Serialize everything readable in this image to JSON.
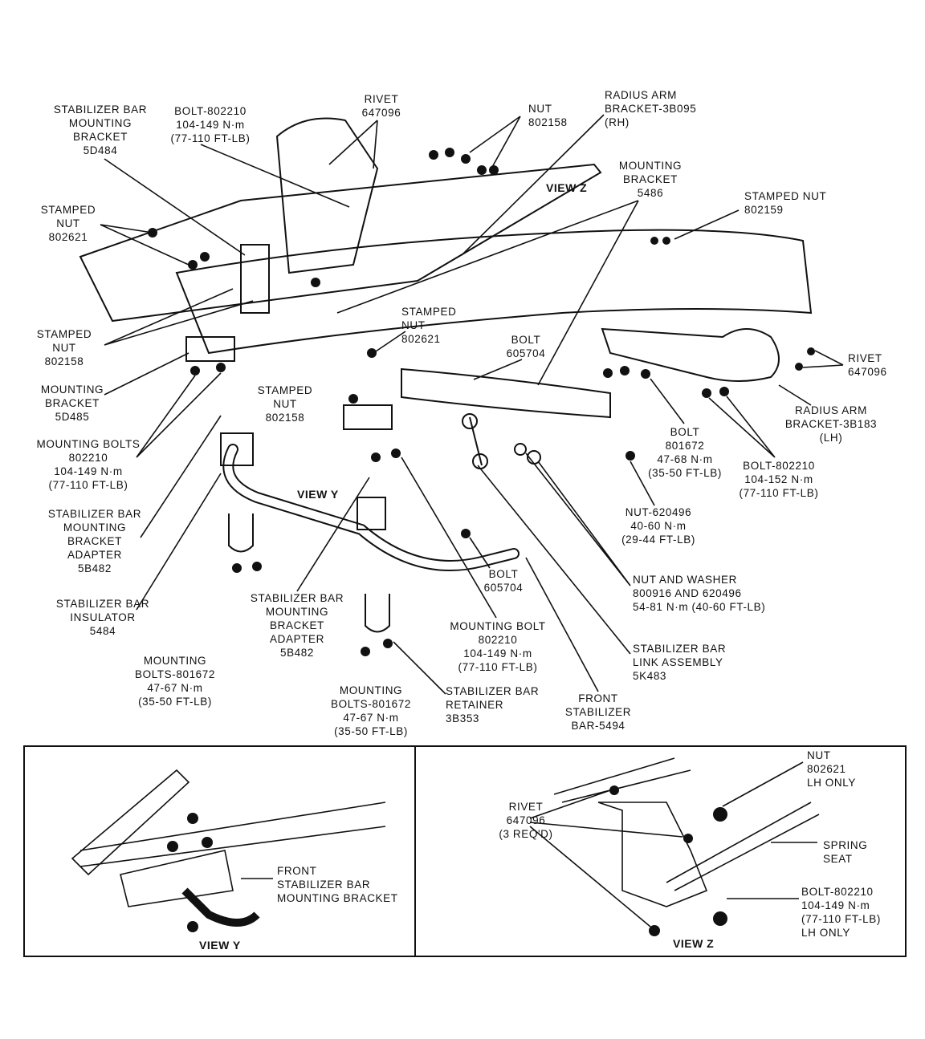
{
  "labels": [
    {
      "id": "rivet-top",
      "lines": [
        "RIVET",
        "647096"
      ]
    },
    {
      "id": "stab-bracket-5d484",
      "lines": [
        "STABILIZER BAR",
        "MOUNTING",
        "BRACKET",
        "5D484"
      ]
    },
    {
      "id": "bolt-802210-top",
      "lines": [
        "BOLT-802210",
        "104-149 N·m",
        "(77-110 FT-LB)"
      ]
    },
    {
      "id": "nut-802158-top",
      "lines": [
        "NUT",
        "802158"
      ]
    },
    {
      "id": "radius-arm-rh",
      "lines": [
        "RADIUS ARM",
        "BRACKET-3B095",
        "(RH)"
      ]
    },
    {
      "id": "mounting-bracket-5486",
      "lines": [
        "MOUNTING",
        "BRACKET",
        "5486"
      ]
    },
    {
      "id": "stamped-nut-802159",
      "lines": [
        "STAMPED NUT",
        "802159"
      ]
    },
    {
      "id": "stamped-nut-802621-left",
      "lines": [
        "STAMPED",
        "NUT",
        "802621"
      ]
    },
    {
      "id": "stamped-nut-802158-left",
      "lines": [
        "STAMPED",
        "NUT",
        "802158"
      ]
    },
    {
      "id": "stamped-nut-802621-mid",
      "lines": [
        "STAMPED",
        "NUT",
        "802621"
      ]
    },
    {
      "id": "bolt-605704-upper",
      "lines": [
        "BOLT",
        "605704"
      ]
    },
    {
      "id": "mounting-bracket-5d485",
      "lines": [
        "MOUNTING",
        "BRACKET",
        "5D485"
      ]
    },
    {
      "id": "stamped-nut-802158-mid",
      "lines": [
        "STAMPED",
        "NUT",
        "802158"
      ]
    },
    {
      "id": "rivet-right",
      "lines": [
        "RIVET",
        "647096"
      ]
    },
    {
      "id": "radius-arm-lh",
      "lines": [
        "RADIUS ARM",
        "BRACKET-3B183",
        "(LH)"
      ]
    },
    {
      "id": "mounting-bolts-802210",
      "lines": [
        "MOUNTING BOLTS",
        "802210",
        "104-149 N·m",
        "(77-110 FT-LB)"
      ]
    },
    {
      "id": "bolt-801672",
      "lines": [
        "BOLT",
        "801672",
        "47-68 N·m",
        "(35-50 FT-LB)"
      ]
    },
    {
      "id": "bolt-802210-right",
      "lines": [
        "BOLT-802210",
        "104-152 N·m",
        "(77-110 FT-LB)"
      ]
    },
    {
      "id": "nut-620496",
      "lines": [
        "NUT-620496",
        "40-60 N·m",
        "(29-44 FT-LB)"
      ]
    },
    {
      "id": "adapter-5b482-left",
      "lines": [
        "STABILIZER BAR",
        "MOUNTING",
        "BRACKET",
        "ADAPTER",
        "5B482"
      ]
    },
    {
      "id": "bolt-605704-lower",
      "lines": [
        "BOLT",
        "605704"
      ]
    },
    {
      "id": "nut-and-washer",
      "lines": [
        "NUT AND WASHER",
        "800916 AND 620496",
        "54-81 N·m (40-60 FT-LB)"
      ]
    },
    {
      "id": "insulator-5484",
      "lines": [
        "STABILIZER BAR",
        "INSULATOR",
        "5484"
      ]
    },
    {
      "id": "adapter-5b482-mid",
      "lines": [
        "STABILIZER BAR",
        "MOUNTING",
        "BRACKET",
        "ADAPTER",
        "5B482"
      ]
    },
    {
      "id": "mounting-bolt-802210",
      "lines": [
        "MOUNTING BOLT",
        "802210",
        "104-149 N·m",
        "(77-110 FT-LB)"
      ]
    },
    {
      "id": "link-assembly-5k483",
      "lines": [
        "STABILIZER BAR",
        "LINK ASSEMBLY",
        "5K483"
      ]
    },
    {
      "id": "mounting-bolts-801672-left",
      "lines": [
        "MOUNTING",
        "BOLTS-801672",
        "47-67 N·m",
        "(35-50 FT-LB)"
      ]
    },
    {
      "id": "mounting-bolts-801672-mid",
      "lines": [
        "MOUNTING",
        "BOLTS-801672",
        "47-67 N·m",
        "(35-50 FT-LB)"
      ]
    },
    {
      "id": "retainer-3b353",
      "lines": [
        "STABILIZER BAR",
        "RETAINER",
        "3B353"
      ]
    },
    {
      "id": "front-stab-bar-5494",
      "lines": [
        "FRONT",
        "STABILIZER",
        "BAR-5494"
      ]
    },
    {
      "id": "viewy-front-bracket",
      "lines": [
        "FRONT",
        "STABILIZER BAR",
        "MOUNTING BRACKET"
      ]
    },
    {
      "id": "viewz-rivet",
      "lines": [
        "RIVET",
        "647096",
        "(3 REQ'D)"
      ]
    },
    {
      "id": "viewz-nut",
      "lines": [
        "NUT",
        "802621",
        "LH ONLY"
      ]
    },
    {
      "id": "viewz-spring-seat",
      "lines": [
        "SPRING",
        "SEAT"
      ]
    },
    {
      "id": "viewz-bolt",
      "lines": [
        "BOLT-802210",
        "104-149 N·m",
        "(77-110 FT-LB)",
        "LH ONLY"
      ]
    }
  ],
  "views": {
    "view_z_main": "VIEW Z",
    "view_y_main": "VIEW Y",
    "view_y_box": "VIEW Y",
    "view_z_box": "VIEW Z"
  }
}
